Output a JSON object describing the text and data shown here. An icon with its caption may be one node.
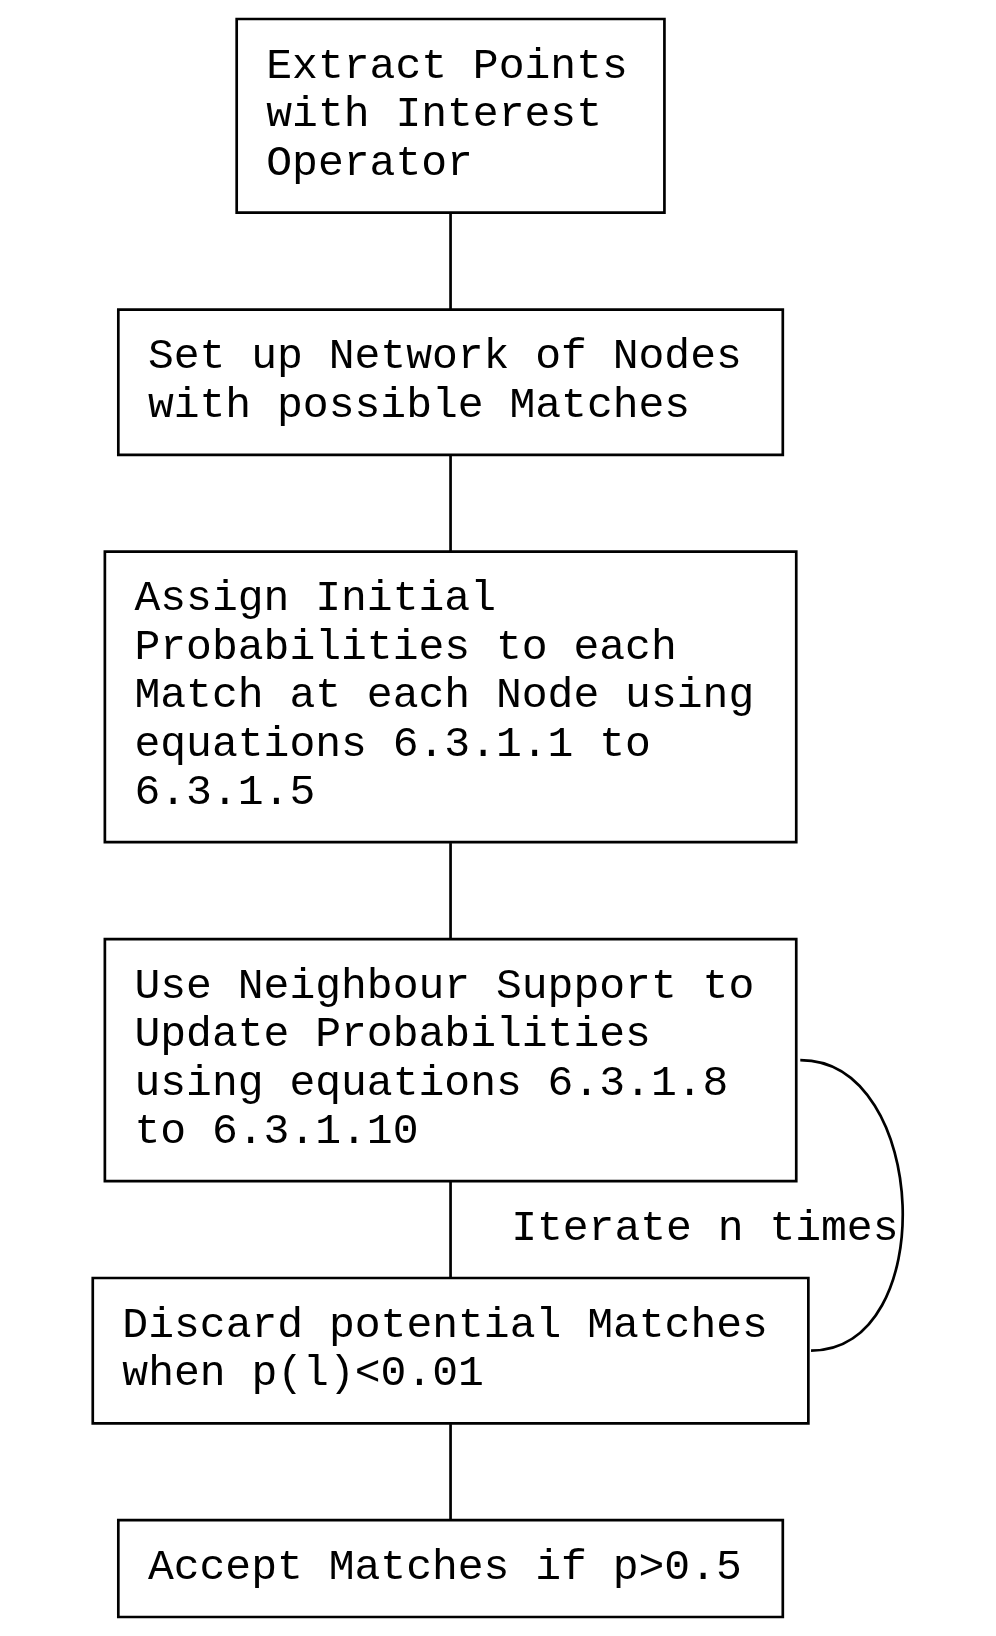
{
  "diagram": {
    "nodes": [
      {
        "text": [
          "Extract Points with Interest Operator"
        ]
      },
      {
        "text": [
          "Set up Network of Nodes with possible Matches"
        ]
      },
      {
        "text": [
          "Assign Initial Probabilities to each Match at each Node using equations 6.3.1.1 to 6.3.1.5"
        ]
      },
      {
        "text": [
          "Use Neighbour Support to Update Probabilities using equations 6.3.1.8 to 6.3.1.10"
        ]
      },
      {
        "text": [
          "Discard potential Matches when p(l)<0.01"
        ]
      },
      {
        "text": [
          "Accept Matches if p>0.5"
        ]
      }
    ],
    "edges": [
      {
        "from": 0,
        "to": 1,
        "arrow": "none"
      },
      {
        "from": 1,
        "to": 2,
        "arrow": "none"
      },
      {
        "from": 2,
        "to": 3,
        "arrow": "none"
      },
      {
        "from": 3,
        "to": 4,
        "arrow": "none"
      },
      {
        "from": 4,
        "to": 5,
        "arrow": "none"
      },
      {
        "from": 3,
        "to": 4,
        "arrow": "none",
        "label": "Iterate n times"
      }
    ]
  }
}
